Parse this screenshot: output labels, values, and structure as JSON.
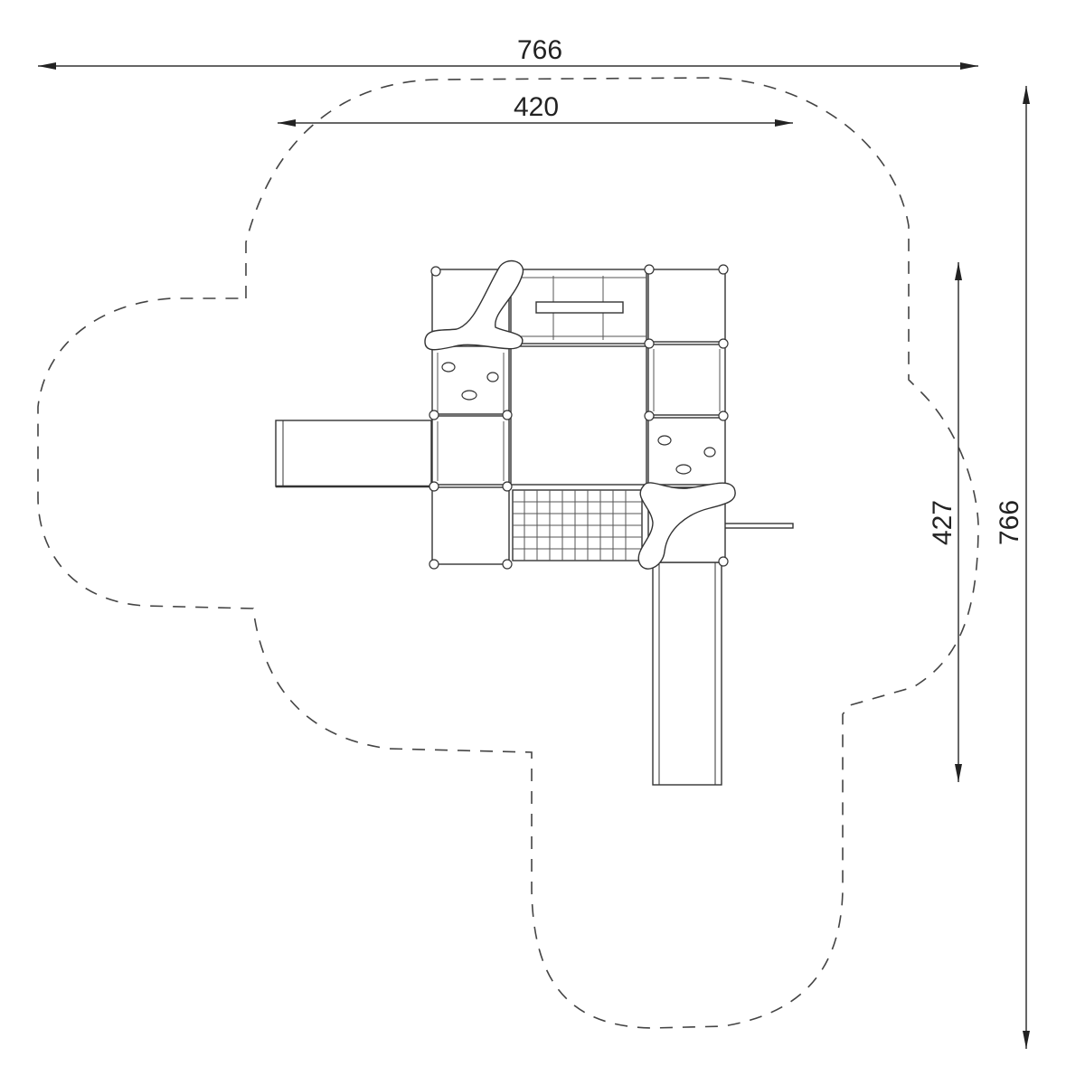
{
  "dimensions": {
    "overall_width": "766",
    "inner_width": "420",
    "overall_height": "766",
    "inner_height": "427"
  }
}
